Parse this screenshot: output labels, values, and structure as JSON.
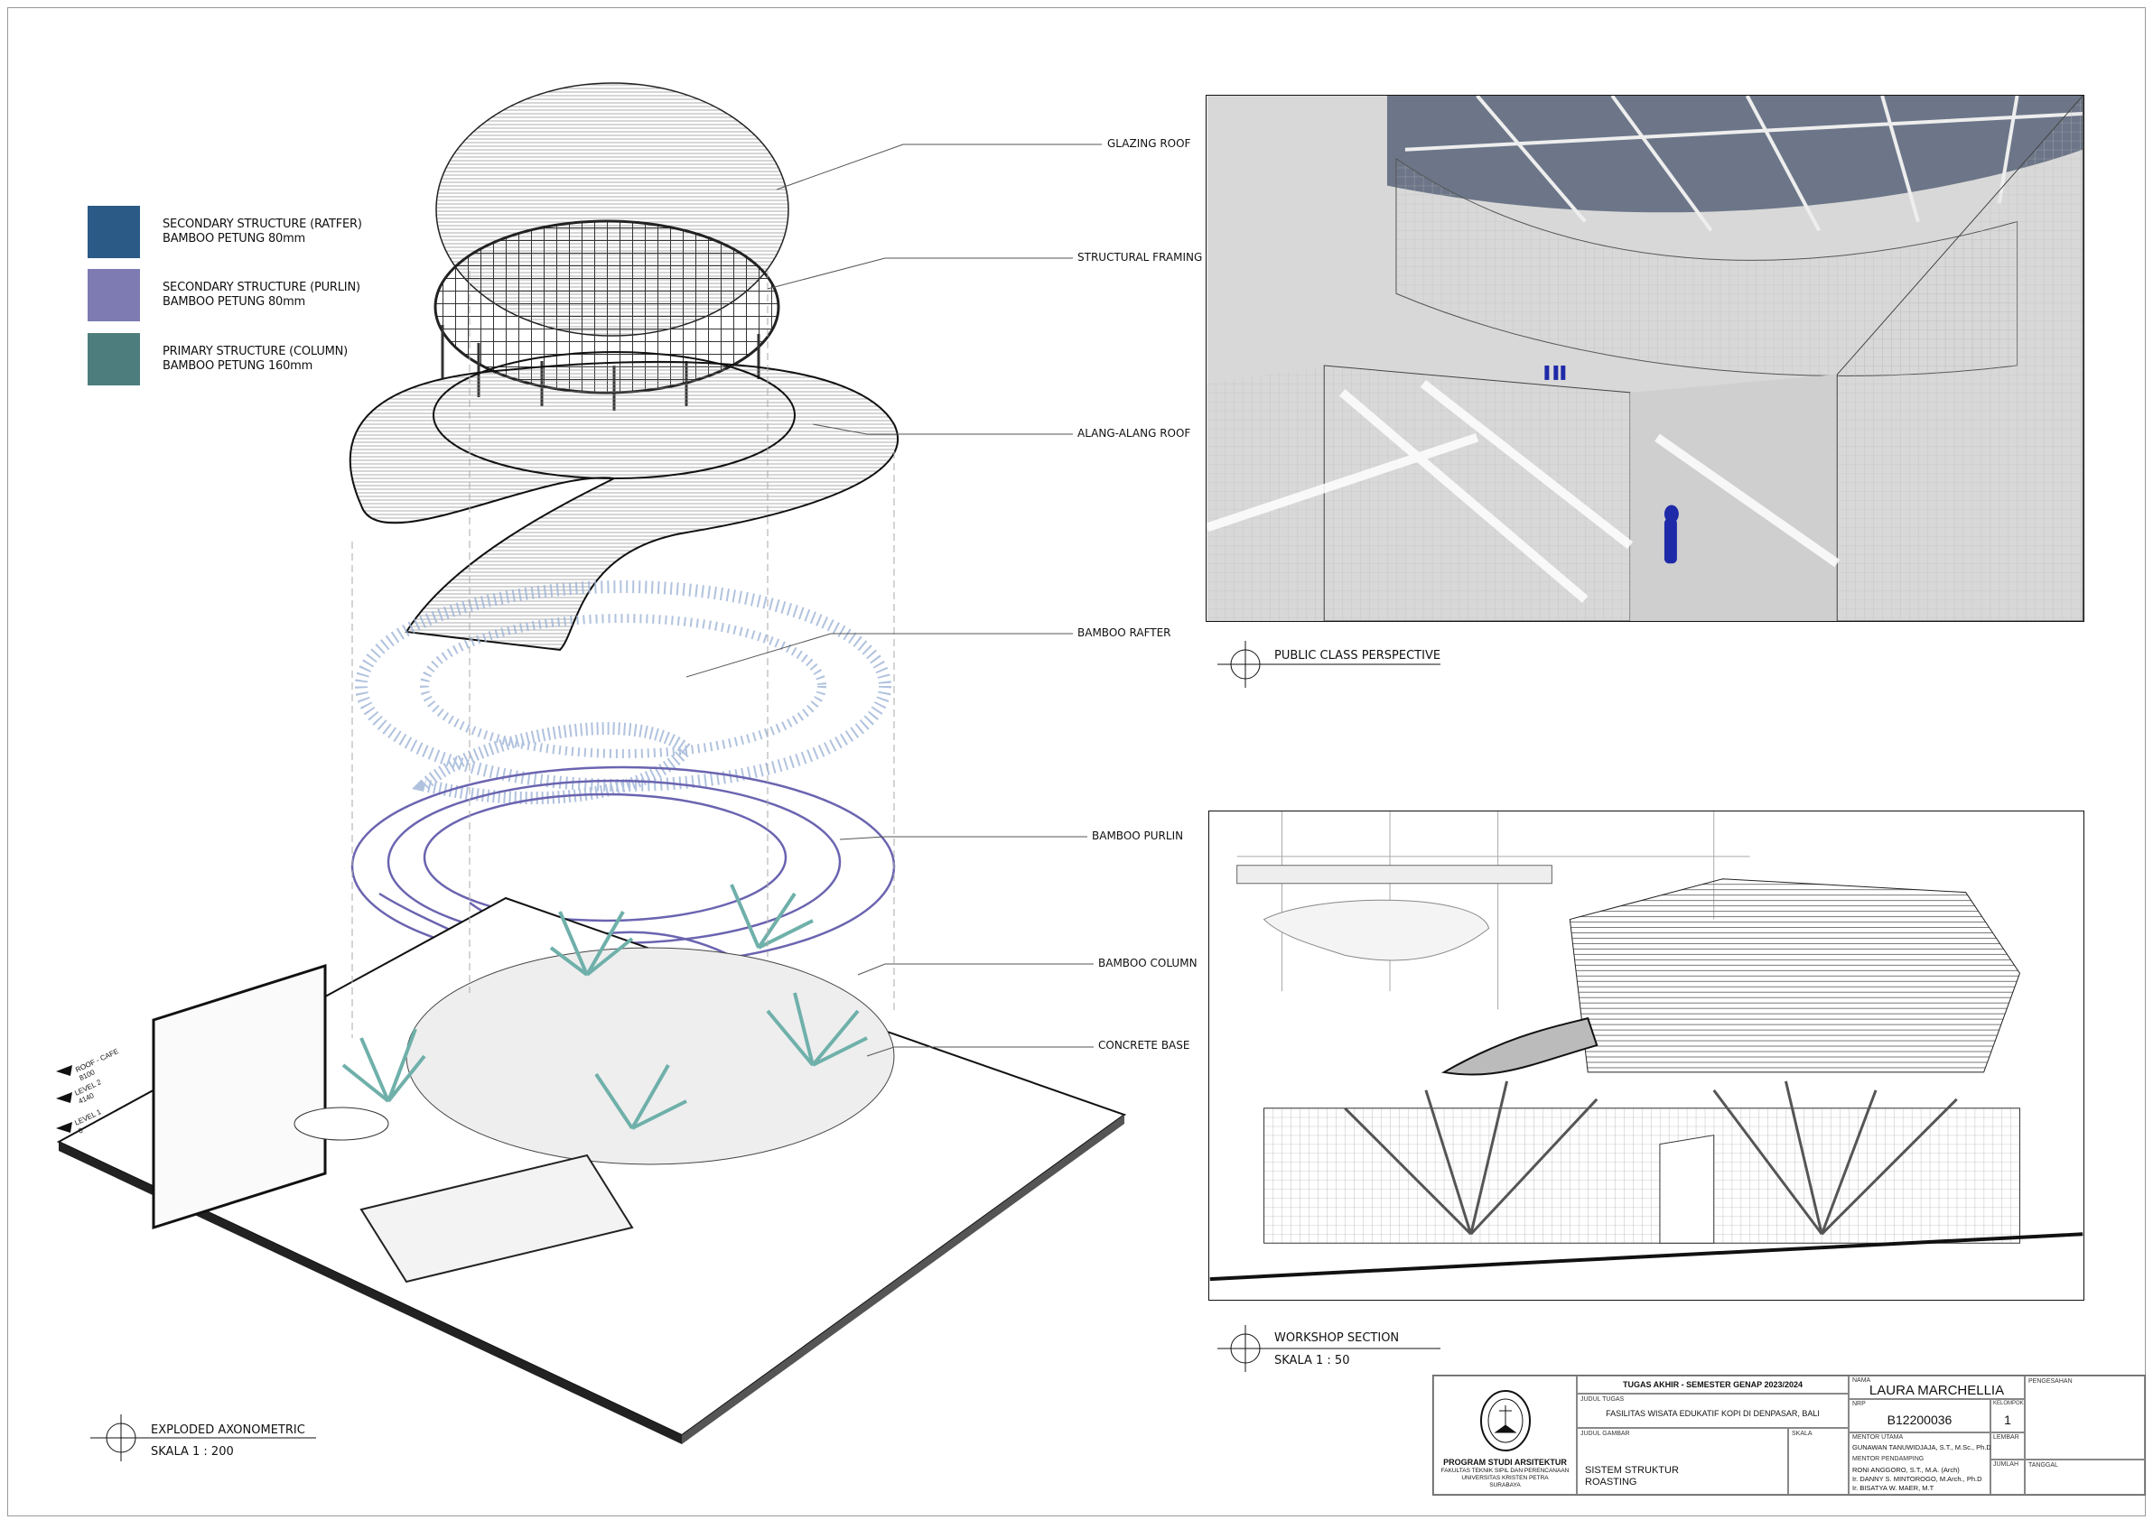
{
  "legend": [
    {
      "title": "SECONDARY STRUCTURE (RATFER)",
      "spec": "BAMBOO PETUNG 80mm",
      "color": "#2a5a85"
    },
    {
      "title": "SECONDARY STRUCTURE (PURLIN)",
      "spec": "BAMBOO PETUNG 80mm",
      "color": "#7d7bb2"
    },
    {
      "title": "PRIMARY STRUCTURE (COLUMN)",
      "spec": "BAMBOO PETUNG 160mm",
      "color": "#4d7e7d"
    }
  ],
  "axo_labels": {
    "glazing": "GLAZING ROOF",
    "framing": "STRUCTURAL FRAMING",
    "alang": "ALANG-ALANG ROOF",
    "rafter": "BAMBOO RAFTER",
    "purlin": "BAMBOO PURLIN",
    "column": "BAMBOO COLUMN",
    "base": "CONCRETE BASE"
  },
  "levels": [
    {
      "name": "ROOF - CAFE",
      "elev": "8100"
    },
    {
      "name": "LEVEL 2",
      "elev": "4140"
    },
    {
      "name": "LEVEL 1",
      "elev": "0"
    }
  ],
  "captions": {
    "axo_title": "EXPLODED AXONOMETRIC",
    "axo_scale": "SKALA 1 : 200",
    "perspective_title": "PUBLIC CLASS PERSPECTIVE",
    "section_title": "WORKSHOP SECTION",
    "section_scale": "SKALA 1 : 50"
  },
  "title_block": {
    "logo_text": "UNIVERSITAS KRISTEN PETRA",
    "program": "PROGRAM STUDI ARSITEKTUR",
    "faculty": "FAKULTAS TEKNIK SIPIL DAN PERENCANAAN",
    "university": "UNIVERSITAS KRISTEN PETRA",
    "city": "SURABAYA",
    "header": "TUGAS AKHIR - SEMESTER GENAP 2023/2024",
    "judul_tugas_label": "JUDUL TUGAS",
    "judul_tugas": "FASILITAS WISATA EDUKATIF KOPI DI DENPASAR, BALI",
    "judul_gambar_label": "JUDUL GAMBAR",
    "judul_gambar_1": "SISTEM STRUKTUR",
    "judul_gambar_2": "ROASTING",
    "skala_label": "SKALA",
    "nama_label": "NAMA",
    "nama": "LAURA MARCHELLIA",
    "nrp_label": "NRP",
    "nrp": "B12200036",
    "kelompok_label": "KELOMPOK",
    "kelompok": "1",
    "mentor_utama_label": "MENTOR UTAMA",
    "mentor_utama": "GUNAWAN TANUWIDJAJA, S.T., M.Sc., Ph.D",
    "mentor_pendamping_label": "MENTOR PENDAMPING",
    "mentor_pendamping": [
      "RONI ANGGORO, S.T., M.A. (Arch)",
      "Ir. DANNY S. MINTOROGO, M.Arch., Ph.D",
      "Ir. BISATYA W. MAER, M.T"
    ],
    "lembar_label": "LEMBAR",
    "jumlah_label": "JUMLAH",
    "pengesahan_label": "PENGESAHAN",
    "tanggal_label": "TANGGAL"
  }
}
